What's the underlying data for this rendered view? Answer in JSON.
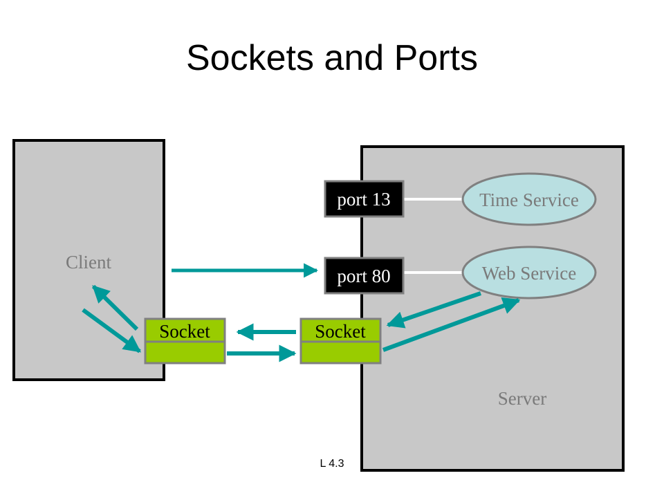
{
  "slide": {
    "title": "Sockets and Ports",
    "footer": "L 4.3"
  },
  "client": {
    "label": "Client"
  },
  "server": {
    "label": "Server"
  },
  "ports": [
    {
      "label": "port 13"
    },
    {
      "label": "port 80"
    }
  ],
  "services": [
    {
      "label": "Time Service"
    },
    {
      "label": "Web Service"
    }
  ],
  "sockets": [
    {
      "label": "Socket"
    },
    {
      "label": "Socket"
    }
  ],
  "colors": {
    "box_fill": "#c8c8c8",
    "box_border": "#000000",
    "port_fill": "#000000",
    "port_border": "#808080",
    "port_text": "#ffffff",
    "service_fill": "#b9dfe1",
    "service_border": "#808080",
    "socket_fill": "#99cc00",
    "socket_border": "#808080",
    "arrow": "#009999",
    "label_gray": "#7a7a7a"
  }
}
